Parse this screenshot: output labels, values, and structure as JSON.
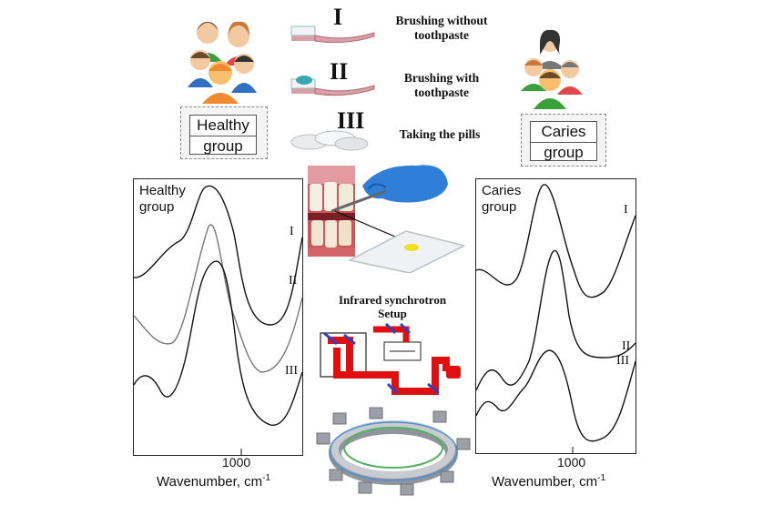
{
  "groups": {
    "healthy": {
      "line1": "Healthy",
      "line2": "group"
    },
    "caries": {
      "line1": "Caries",
      "line2": "group"
    }
  },
  "steps": [
    {
      "numeral": "I",
      "text1": "Brushing without",
      "text2": "toothpaste"
    },
    {
      "numeral": "II",
      "text1": "Brushing with",
      "text2": "toothpaste"
    },
    {
      "numeral": "III",
      "text1": "Taking the pills",
      "text2": ""
    }
  ],
  "setup": {
    "line1": "Infrared synchrotron",
    "line2": "Setup"
  },
  "panels": {
    "healthy": {
      "label1": "Healthy",
      "label2": "group",
      "tick": "1000",
      "xlabel": "Wavenumber, cm",
      "xlabel_sup": "-1",
      "curves": [
        "I",
        "II",
        "III"
      ]
    },
    "caries": {
      "label1": "Caries",
      "label2": "group",
      "tick": "1000",
      "xlabel": "Wavenumber, cm",
      "xlabel_sup": "-1",
      "curves": [
        "I",
        "II",
        "III"
      ]
    }
  },
  "colors": {
    "people_green": "#3aa03a",
    "people_blue": "#3070c0",
    "people_orange": "#f08a30",
    "brush": "#d9a0a8",
    "laser": "#e01010",
    "sample": "#f0e020",
    "glove": "#2f7fd8"
  }
}
